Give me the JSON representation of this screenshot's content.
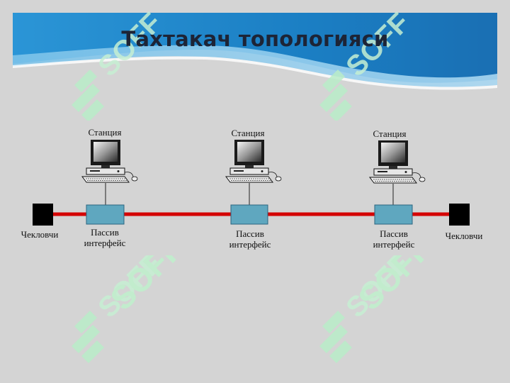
{
  "slide": {
    "title": "Тахтакач топологияси",
    "watermark": "SOFF"
  },
  "diagram": {
    "stations": [
      {
        "label": "Станция"
      },
      {
        "label": "Станция"
      },
      {
        "label": "Станция"
      }
    ],
    "interfaces": [
      {
        "line1": "Пассив",
        "line2": "интерфейс"
      },
      {
        "line1": "Пассив",
        "line2": "интерфейс"
      },
      {
        "line1": "Пассив",
        "line2": "интерфейс"
      }
    ],
    "terminators": [
      {
        "label": "Чекловчи"
      },
      {
        "label": "Чекловчи"
      }
    ]
  },
  "colors": {
    "background": "#d4d4d4",
    "header_blue": "#1f83c8",
    "bus_line": "#d40000",
    "interface_box": "#5fa7bf",
    "terminator": "#000000",
    "watermark": "#b9ecc8"
  }
}
